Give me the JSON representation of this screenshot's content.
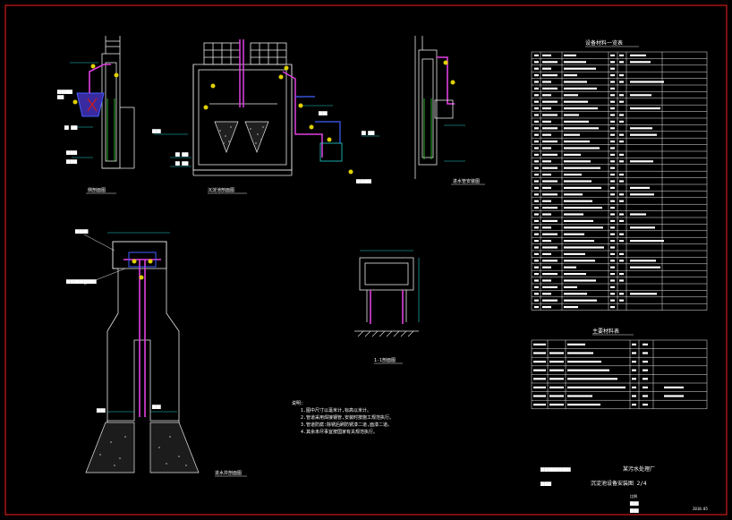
{
  "drawing": {
    "sheet": "CAD drawing sheet on black background",
    "colors": {
      "frame": "#d01818",
      "structure": "#e8e8e8",
      "wall_green": "#2ec02e",
      "pipe_magenta": "#e040e0",
      "pipe_blue": "#4060ff",
      "dimension_cyan": "#20d0d0",
      "callout_yellow": "#e0d000",
      "text": "#ffffff"
    },
    "views": [
      {
        "id": "view-side-section-left",
        "caption": "侧剖面图"
      },
      {
        "id": "view-main-section",
        "caption": "沉淀池剖面图"
      },
      {
        "id": "view-side-section-right",
        "caption": "进水管安装图"
      },
      {
        "id": "view-pipe-well-section",
        "caption": "进水井剖面图"
      },
      {
        "id": "view-section-1-1",
        "caption": "1-1剖面图"
      }
    ],
    "equipment_table": {
      "title": "设备材料一览表",
      "rows": 39
    },
    "material_table": {
      "title": "主要材料表",
      "rows": 8
    },
    "notes": {
      "heading": "说明:",
      "lines": [
        "1.图中尺寸以毫米计,标高以米计。",
        "2.管道采用焊接钢管,安装时按施工规范执行。",
        "3.管道防腐:除锈后刷防锈漆二道,面漆二道。",
        "4.其余未尽事宜按国家有关规范执行。"
      ]
    },
    "title_block": {
      "line1": "某污水处理厂",
      "line2": "沉淀池设备安装图 2/4",
      "scale": "比例",
      "date": "2010.05"
    }
  }
}
